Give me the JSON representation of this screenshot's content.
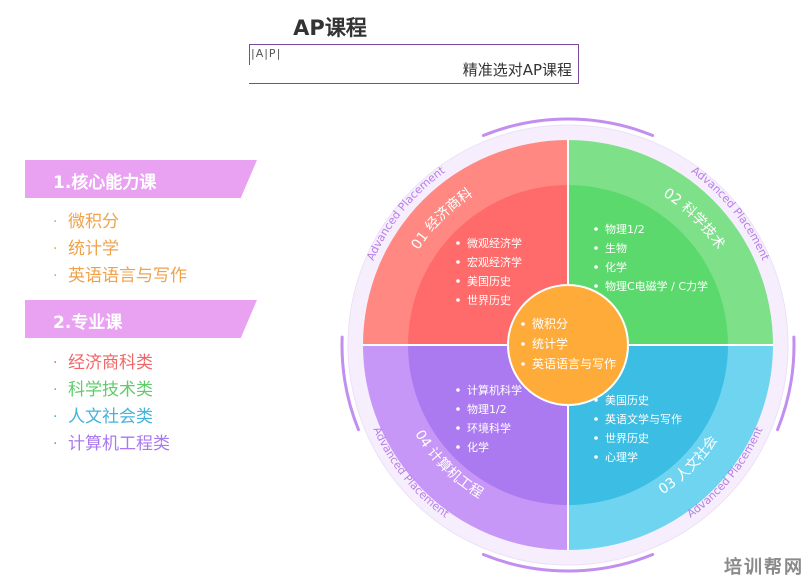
{
  "title": "AP课程",
  "ap_abbr": "|A|P|",
  "subtitle": "精准选对AP课程",
  "left": {
    "section1": {
      "heading": "1.核心能力课",
      "color": "#f0a24a",
      "items": [
        "微积分",
        "统计学",
        "英语语言与写作"
      ]
    },
    "section2": {
      "heading": "2.专业课",
      "items": [
        {
          "label": "经济商科类",
          "color": "#f06767"
        },
        {
          "label": "科学技术类",
          "color": "#5fcc6a"
        },
        {
          "label": "人文社会类",
          "color": "#3fb4dc"
        },
        {
          "label": "计算机工程类",
          "color": "#a979ef"
        }
      ]
    }
  },
  "wheel": {
    "arc_text": "Advanced  Placement",
    "quadrants": [
      {
        "label": "01 经济商科",
        "outer": "#ff8882",
        "inner": "#ff6b6b",
        "items": [
          "微观经济学",
          "宏观经济学",
          "美国历史",
          "世界历史"
        ]
      },
      {
        "label": "02 科学技术",
        "outer": "#7fe08a",
        "inner": "#5cd96d",
        "items": [
          "物理1/2",
          "生物",
          "化学",
          "物理C电磁学 / C力学"
        ]
      },
      {
        "label": "03 人文社会",
        "outer": "#6fd4f0",
        "inner": "#3bbde4",
        "items": [
          "美国历史",
          "英语文学与写作",
          "世界历史",
          "心理学"
        ]
      },
      {
        "label": "04 计算机工程",
        "outer": "#c697f7",
        "inner": "#ac7af0",
        "items": [
          "计算机科学",
          "物理1/2",
          "环境科学",
          "化学"
        ]
      }
    ],
    "center": {
      "color": "#ffab3a",
      "items": [
        "微积分",
        "统计学",
        "英语语言与写作"
      ]
    }
  },
  "watermark": "培训帮网"
}
